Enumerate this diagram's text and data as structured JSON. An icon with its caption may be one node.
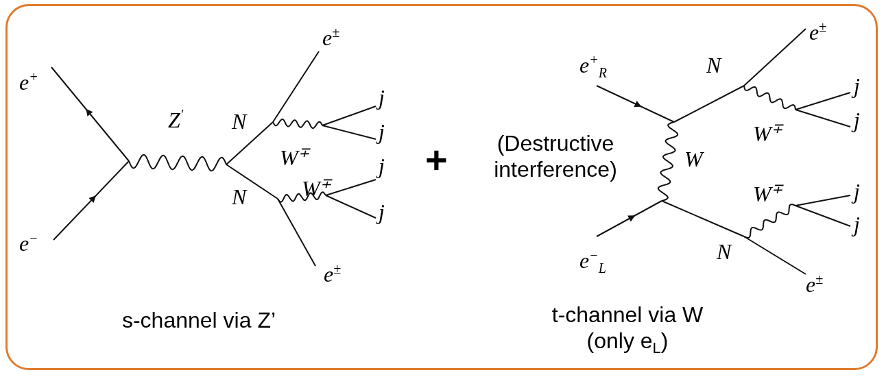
{
  "diagram": {
    "labels": [
      "e$^{±}$",
      "e$^{+}$",
      "Z$^{′}$",
      "N",
      "j",
      "j",
      "W$^{∓}$",
      "W$^{∓}$",
      "j",
      "N",
      "j",
      "e$^{−}$",
      "e$^{±}$",
      "s-channel via Z’",
      "+",
      "(Destructive interference)",
      "e$^{±}$",
      "e$^{+}$$_{R}$",
      "N",
      "j",
      "j",
      "W$^{∓}$",
      "W",
      "W$^{∓}$",
      "j",
      "j",
      "e$^{−}$$_{L}$",
      "N",
      "e$^{±}$",
      "t-channel via W (only e$_{L}$)"
    ]
  }
}
